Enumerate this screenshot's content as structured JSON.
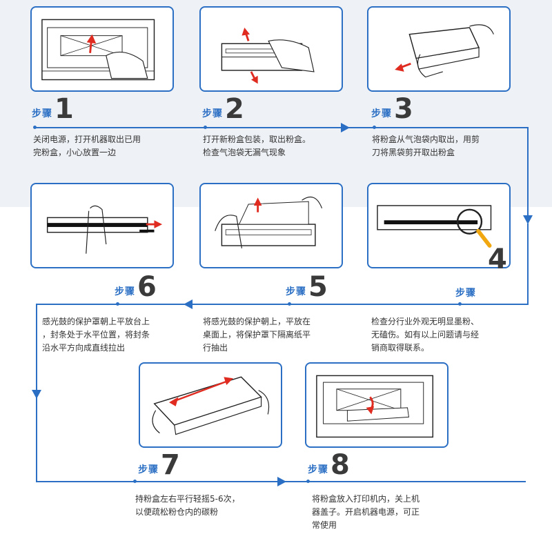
{
  "step_word": "步骤",
  "steps": [
    {
      "num": "1",
      "lines": [
        "关闭电源，打开机器取出已用",
        "完粉盒，小心放置一边"
      ]
    },
    {
      "num": "2",
      "lines": [
        "打开新粉盒包装，取出粉盒。",
        "检查气泡袋无漏气现象"
      ]
    },
    {
      "num": "3",
      "lines": [
        "将粉盒从气泡袋内取出，用剪",
        "刀将黑袋剪开取出粉盒"
      ]
    },
    {
      "num": "4",
      "lines": [
        "检查分行业外观无明显墨粉、",
        "无磕伤。如有以上问题请与经",
        "销商取得联系。"
      ]
    },
    {
      "num": "5",
      "lines": [
        "将感光鼓的保护朝上，平放在",
        "桌面上，将保护罩下隔离纸平",
        "行抽出"
      ]
    },
    {
      "num": "6",
      "lines": [
        "感光鼓的保护罩朝上平放台上",
        "，封条处于水平位置，将封条",
        "沿水平方向成直线拉出"
      ]
    },
    {
      "num": "7",
      "lines": [
        "持粉盒左右平行轻摇5-6次，",
        "以便疏松粉仓内的碳粉"
      ]
    },
    {
      "num": "8",
      "lines": [
        "将粉盒放入打印机内，关上机",
        "器盖子。开启机器电源，可正",
        "常使用"
      ]
    }
  ],
  "colors": {
    "accent": "#2b6fc4",
    "arrow": "#e02b20",
    "number": "#3a3a3a"
  }
}
